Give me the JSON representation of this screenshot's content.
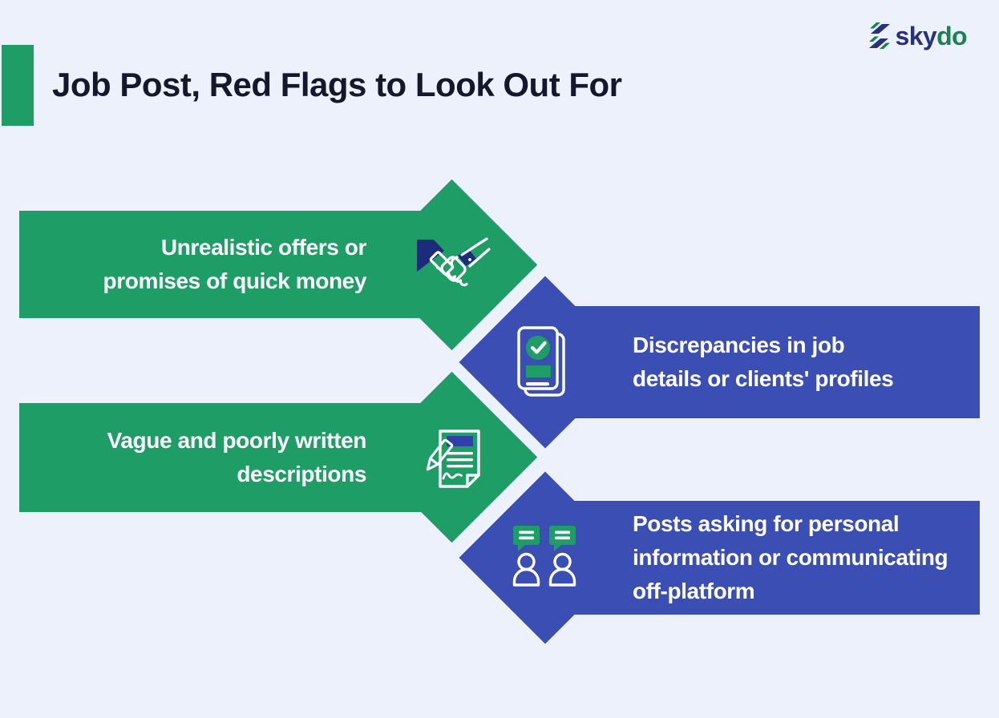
{
  "brand": {
    "name_primary": "sky",
    "name_secondary": "do",
    "mark": "skydo-chevron-mark"
  },
  "title": "Job Post, Red Flags to Look Out For",
  "banners": [
    {
      "color": "green",
      "direction": "arrow-right",
      "icon": "handshake-icon",
      "lines": [
        "Unrealistic offers or",
        "promises of quick money"
      ]
    },
    {
      "color": "blue",
      "direction": "arrow-left",
      "icon": "document-check-icon",
      "lines": [
        "Discrepancies in job",
        "details or clients' profiles"
      ]
    },
    {
      "color": "green",
      "direction": "arrow-right",
      "icon": "document-pen-icon",
      "lines": [
        "Vague and poorly written",
        "descriptions"
      ]
    },
    {
      "color": "blue",
      "direction": "arrow-left",
      "icon": "people-chat-icon",
      "lines": [
        "Posts asking for personal",
        "information or communicating",
        "off-platform"
      ]
    }
  ],
  "colors": {
    "background": "#EDF1FB",
    "green": "#1E9E66",
    "blue": "#3A4EB4",
    "navy": "#1D2B7B",
    "title_text": "#16162C",
    "banner_text": "#FFFFFF",
    "logo_sky": "#27317E",
    "logo_do": "#1A8152"
  }
}
